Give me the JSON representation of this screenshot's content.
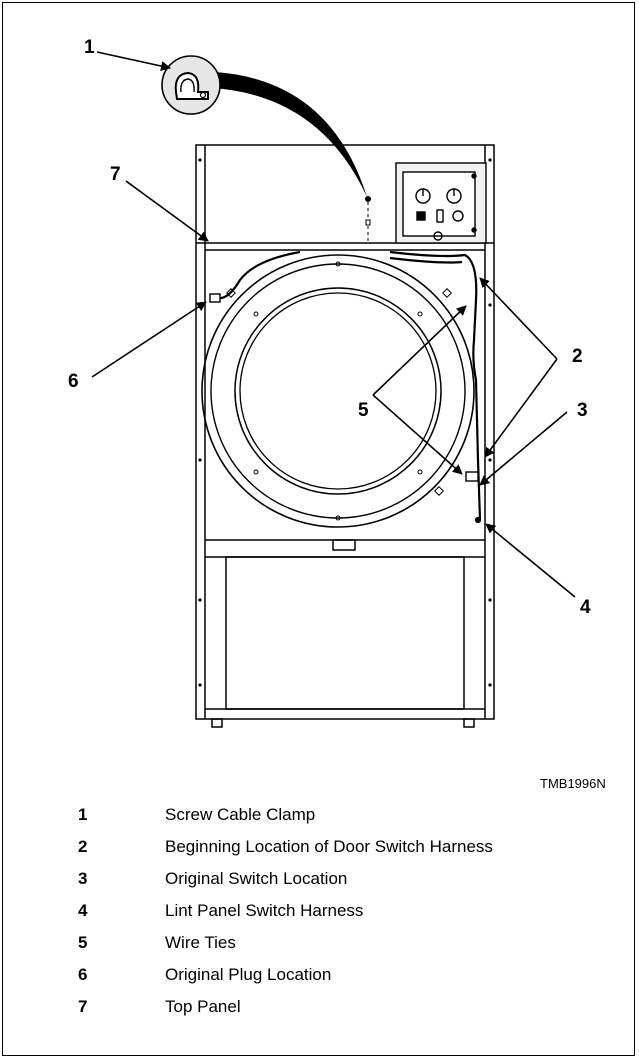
{
  "figure_id": "TMB1996N",
  "callouts": {
    "c1": "1",
    "c2": "2",
    "c3": "3",
    "c4": "4",
    "c5": "5",
    "c6": "6",
    "c7": "7"
  },
  "legend": [
    {
      "num": "1",
      "text": "Screw Cable Clamp"
    },
    {
      "num": "2",
      "text": "Beginning Location of Door Switch Harness"
    },
    {
      "num": "3",
      "text": "Original Switch Location"
    },
    {
      "num": "4",
      "text": "Lint Panel Switch Harness"
    },
    {
      "num": "5",
      "text": "Wire Ties"
    },
    {
      "num": "6",
      "text": "Original Plug Location"
    },
    {
      "num": "7",
      "text": "Top Panel"
    }
  ]
}
